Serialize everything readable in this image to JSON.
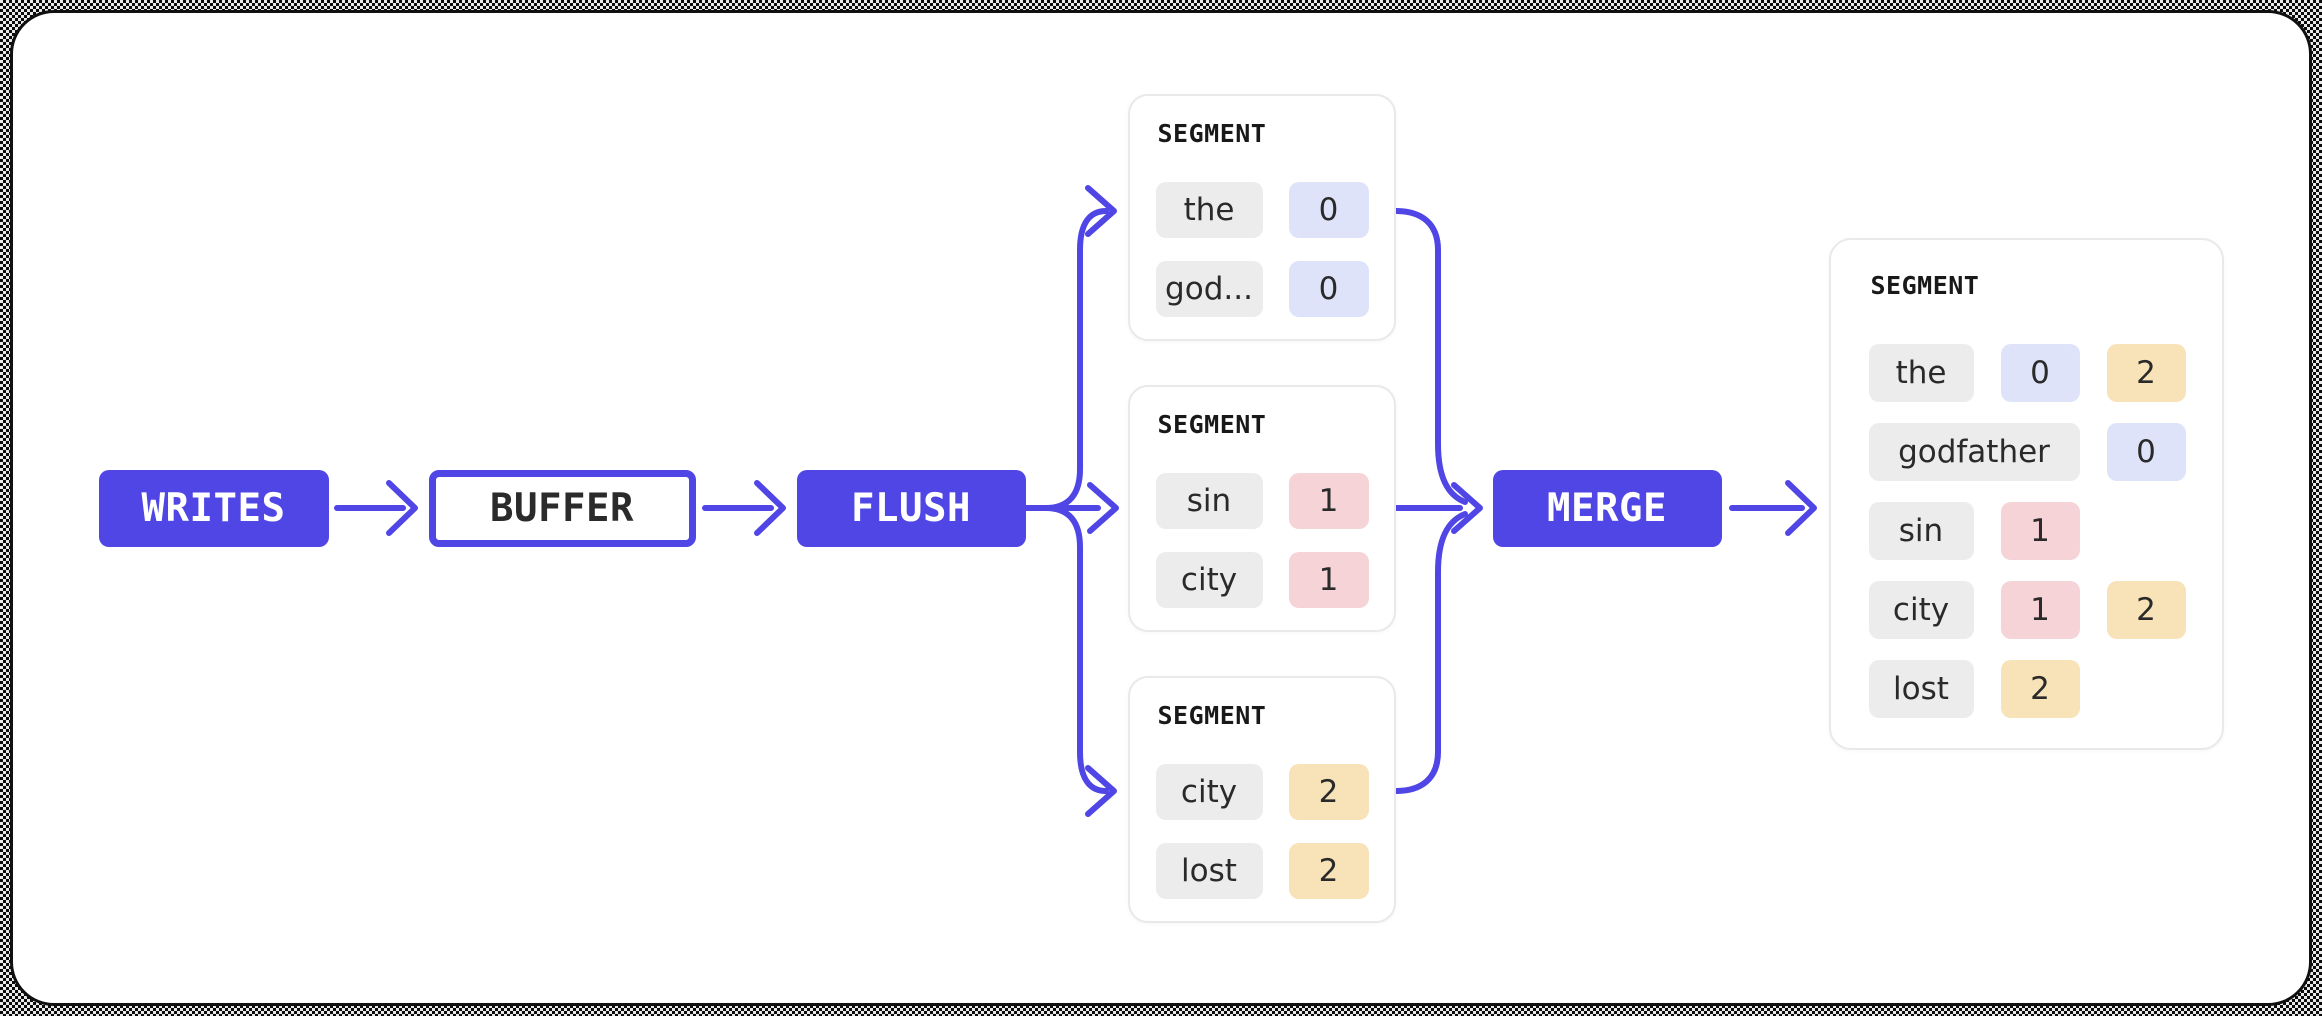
{
  "diagram_title": "index-write-flush-merge-flow",
  "colors": {
    "accent": "#4f46e5",
    "chip_gray": "#ececec",
    "chip_blue": "#dee3fa",
    "chip_pink": "#f5d3d6",
    "chip_amber": "#f8e2b7",
    "canvas_bg": "#ffffff",
    "border_dark": "#101010"
  },
  "nodes": [
    {
      "id": "writes",
      "label": "WRITES",
      "variant": "filled"
    },
    {
      "id": "buffer",
      "label": "BUFFER",
      "variant": "outline"
    },
    {
      "id": "flush",
      "label": "FLUSH",
      "variant": "filled"
    },
    {
      "id": "merge",
      "label": "MERGE",
      "variant": "filled"
    }
  ],
  "segments": [
    {
      "title": "SEGMENT",
      "rows": [
        {
          "term": "the",
          "postings": [
            {
              "value": "0",
              "color": "blue"
            }
          ]
        },
        {
          "term": "god...",
          "postings": [
            {
              "value": "0",
              "color": "blue"
            }
          ]
        }
      ]
    },
    {
      "title": "SEGMENT",
      "rows": [
        {
          "term": "sin",
          "postings": [
            {
              "value": "1",
              "color": "pink"
            }
          ]
        },
        {
          "term": "city",
          "postings": [
            {
              "value": "1",
              "color": "pink"
            }
          ]
        }
      ]
    },
    {
      "title": "SEGMENT",
      "rows": [
        {
          "term": "city",
          "postings": [
            {
              "value": "2",
              "color": "amber"
            }
          ]
        },
        {
          "term": "lost",
          "postings": [
            {
              "value": "2",
              "color": "amber"
            }
          ]
        }
      ]
    }
  ],
  "merged_segment": {
    "title": "SEGMENT",
    "rows": [
      {
        "term": "the",
        "wide": false,
        "postings": [
          {
            "value": "0",
            "color": "blue"
          },
          {
            "value": "2",
            "color": "amber"
          }
        ]
      },
      {
        "term": "godfather",
        "wide": true,
        "postings": [
          {
            "value": "0",
            "color": "blue"
          }
        ]
      },
      {
        "term": "sin",
        "wide": false,
        "postings": [
          {
            "value": "1",
            "color": "pink"
          }
        ]
      },
      {
        "term": "city",
        "wide": false,
        "postings": [
          {
            "value": "1",
            "color": "pink"
          },
          {
            "value": "2",
            "color": "amber"
          }
        ]
      },
      {
        "term": "lost",
        "wide": false,
        "postings": [
          {
            "value": "2",
            "color": "amber"
          }
        ]
      }
    ]
  }
}
